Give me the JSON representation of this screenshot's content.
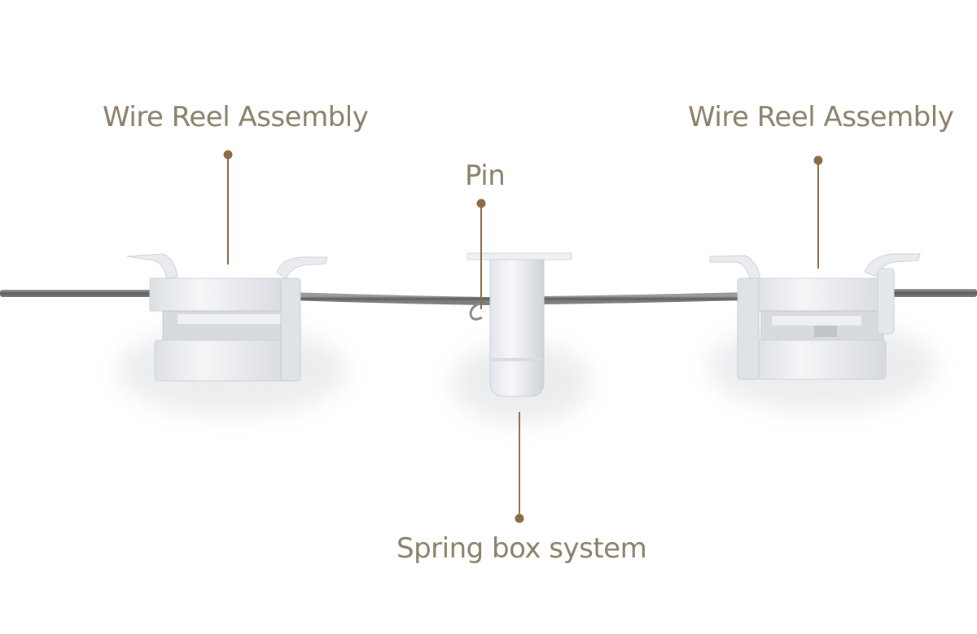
{
  "labels": {
    "left_reel": "Wire Reel Assembly",
    "right_reel": "Wire Reel Assembly",
    "pin": "Pin",
    "spring_box": "Spring box system"
  },
  "colors": {
    "label_text": "#8b8068",
    "leader_line": "#8b6b48",
    "rod": "#6f716e",
    "plastic": "#eceef1",
    "plastic_shade": "#d9dce1",
    "background": "#ffffff"
  }
}
